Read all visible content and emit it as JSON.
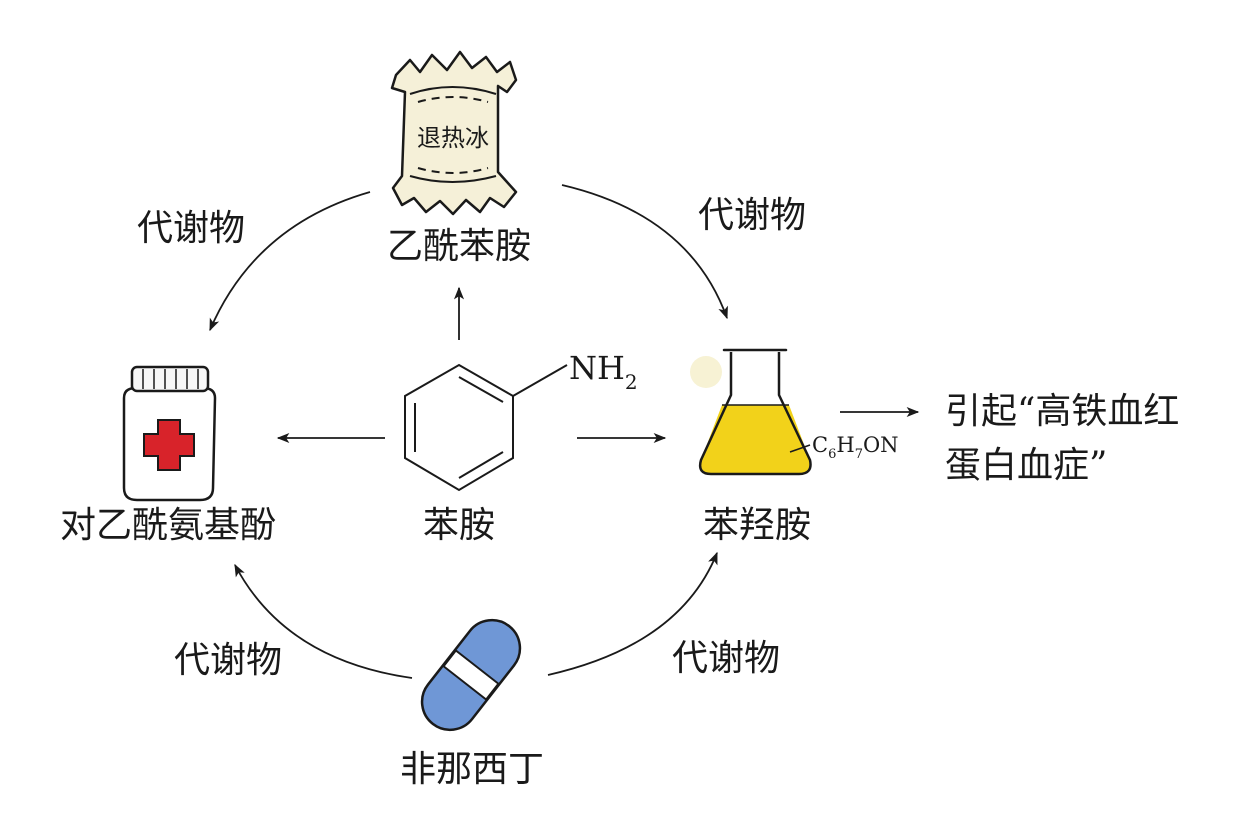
{
  "center": {
    "name": "苯胺",
    "group": "NH",
    "group_sub": "2"
  },
  "nodes": {
    "top": {
      "name": "乙酰苯胺",
      "bag_text": "退热冰"
    },
    "left": {
      "name": "对乙酰氨基酚"
    },
    "right": {
      "name": "苯羟胺",
      "formula": {
        "c": "C",
        "c_sub": "6",
        "h": "H",
        "h_sub": "7",
        "rest": "ON"
      }
    },
    "bottom": {
      "name": "非那西丁"
    }
  },
  "edge_labels": {
    "top_left": "代谢物",
    "top_right": "代谢物",
    "bottom_left": "代谢物",
    "bottom_right": "代谢物"
  },
  "effect": {
    "line1": "引起“高铁血红",
    "line2": "蛋白血症”"
  },
  "colors": {
    "ink": "#1a1a1a",
    "bag_fill": "#f5f0d8",
    "bottle_cap": "#f7f7f7",
    "cross_red": "#d8232a",
    "liquid_yellow": "#f2d21a",
    "glow": "#f7f2d4",
    "pill_blue": "#6f97d6",
    "pill_band": "#ffffff"
  }
}
